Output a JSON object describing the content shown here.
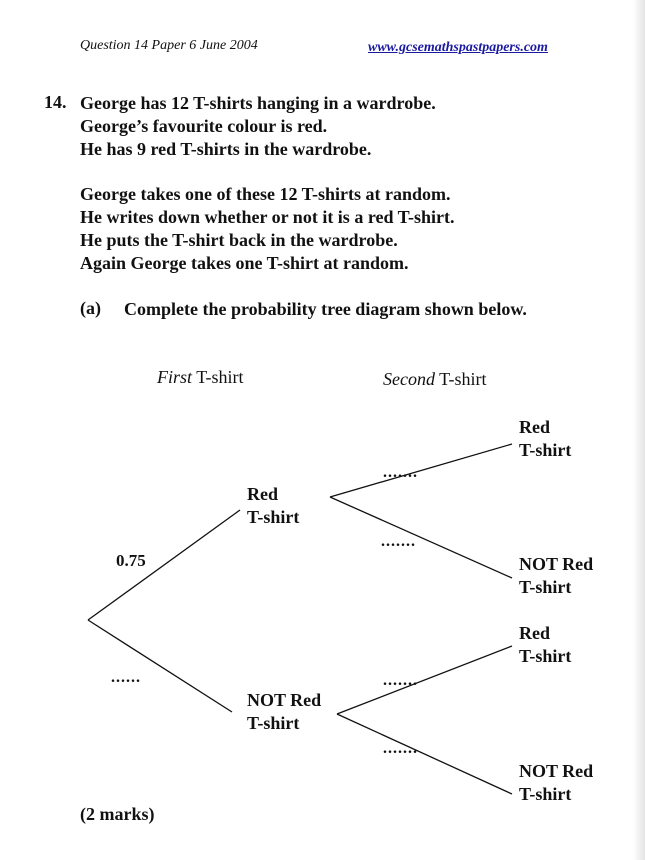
{
  "header": {
    "reference": "Question 14 Paper 6 June 2004",
    "website": "www.gcsemathspastpapers.com"
  },
  "question": {
    "number": "14.",
    "intro_lines": [
      "George has  12  T-shirts hanging in a wardrobe.",
      "George’s favourite colour is red.",
      "He has  9  red T-shirts in the wardrobe."
    ],
    "process_lines": [
      "George takes one of these  12  T-shirts at random.",
      "He writes down whether or not it is a red T-shirt.",
      "He puts the T-shirt back in the wardrobe.",
      "Again George takes one T-shirt at random."
    ]
  },
  "part_a": {
    "label": "(a)",
    "instruction": "Complete the probability tree diagram shown below.",
    "marks": "(2 marks)"
  },
  "tree": {
    "first_heading_italic": "First",
    "first_heading_rest": " T-shirt",
    "second_heading_italic": "Second",
    "second_heading_rest": " T-shirt",
    "first_red_line1": "Red",
    "first_red_line2": "T-shirt",
    "first_notred_line1": "NOT Red",
    "first_notred_line2": "T-shirt",
    "second_red_a_line1": "Red",
    "second_red_a_line2": "T-shirt",
    "second_notred_a_line1": "NOT Red",
    "second_notred_a_line2": "T-shirt",
    "second_red_b_line1": "Red",
    "second_red_b_line2": "T-shirt",
    "second_notred_b_line1": "NOT Red",
    "second_notred_b_line2": "T-shirt",
    "prob_first_red": "0.75",
    "prob_first_notred": "......",
    "prob_red_red": ".......",
    "prob_red_notred": ".......",
    "prob_notred_red": ".......",
    "prob_notred_notred": "......."
  }
}
